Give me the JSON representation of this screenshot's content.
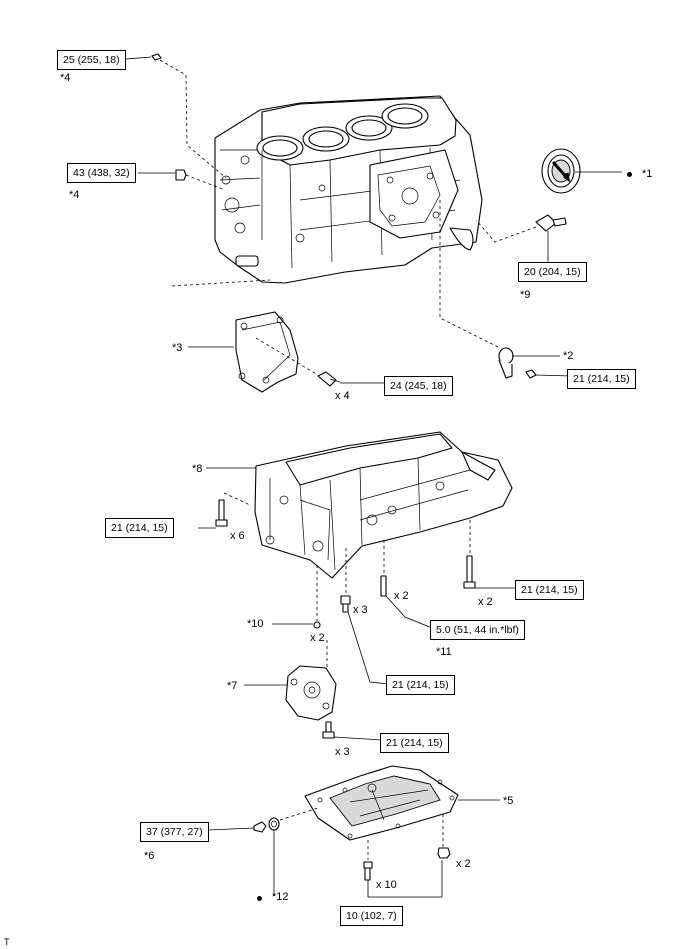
{
  "torque": {
    "t1": "25 (255, 18)",
    "t2": "43 (438, 32)",
    "t3": "20 (204, 15)",
    "t4": "24 (245, 18)",
    "t5": "21 (214, 15)",
    "t6": "21 (214, 15)",
    "t7": "21 (214, 15)",
    "t8": "5.0 (51, 44 in.*lbf)",
    "t9": "21 (214, 15)",
    "t10": "21 (214, 15)",
    "t11": "37 (377, 27)",
    "t12": "10 (102, 7)"
  },
  "callouts": {
    "c1": "*1",
    "c2": "*2",
    "c3": "*3",
    "c4a": "*4",
    "c4b": "*4",
    "c5": "*5",
    "c6": "*6",
    "c7": "*7",
    "c8": "*8",
    "c9": "*9",
    "c10": "*10",
    "c11": "*11",
    "c12": "*12"
  },
  "qty": {
    "q_bracket": "x 4",
    "q_left": "x 6",
    "q_stud": "x 2",
    "q_right": "x 2",
    "q_mid": "x 3",
    "q_pin": "x 2",
    "q_pump": "x 3",
    "q_pan": "x 10",
    "q_drain": "x 2"
  },
  "corner_mark": "T"
}
